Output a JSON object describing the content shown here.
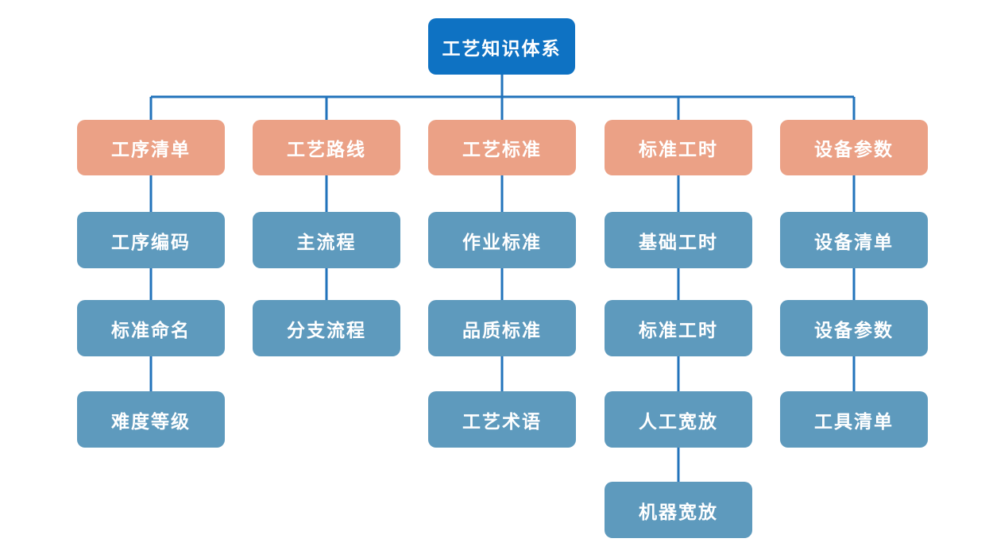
{
  "diagram": {
    "title": "工艺知识体系",
    "root": {
      "label": "工艺知识体系"
    },
    "columns": [
      {
        "header": "工序清单",
        "children": [
          "工序编码",
          "标准命名",
          "难度等级"
        ]
      },
      {
        "header": "工艺路线",
        "children": [
          "主流程",
          "分支流程"
        ]
      },
      {
        "header": "工艺标准",
        "children": [
          "作业标准",
          "品质标准",
          "工艺术语"
        ]
      },
      {
        "header": "标准工时",
        "children": [
          "基础工时",
          "标准工时",
          "人工宽放",
          "机器宽放"
        ]
      },
      {
        "header": "设备参数",
        "children": [
          "设备清单",
          "设备参数",
          "工具清单"
        ]
      }
    ],
    "colors": {
      "root_fill": "#0e72c3",
      "header_fill": "#eba186",
      "child_fill": "#5e9abd",
      "connector": "#2273bb",
      "text": "#ffffff",
      "background": "#ffffff"
    }
  }
}
